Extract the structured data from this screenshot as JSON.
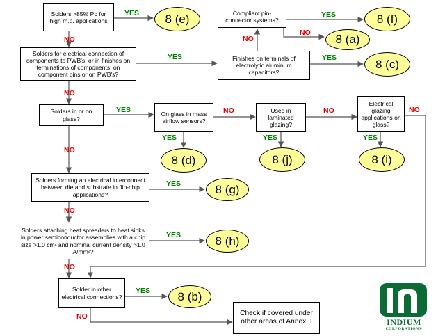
{
  "boxes": {
    "pb85": "Solders >85% Pb for high m.p. applications",
    "pin_conn": "Compliant pin-connector systems?",
    "elec_conn": "Solders for electrical connection of components to PWB's, or in finishes on terminations of components, on component pins or on PWB's?",
    "alum_caps": "Finishes on terminals of electrolytic aluminum capacitors?",
    "on_glass": "Solders in or on glass?",
    "airflow": "On glass in mass airflow sensors?",
    "laminated": "Used in laminated glazing?",
    "glazing": "Electrical glazing applications on glass?",
    "flipchip": "Solders forming an electrical interconnect between die and substrate in flip-chip applications?",
    "spreaders": "Solders attaching heat spreaders to heat sinks in power semiconductor assemblies with a chip size >1.0 cm² and nominal current density >1.0 A/mm²?",
    "other_conn": "Solder in other electrical connections?",
    "check_other": "Check if covered under other areas of Annex II"
  },
  "outcomes": {
    "e": "8 (e)",
    "f": "8 (f)",
    "a": "8 (a)",
    "c": "8 (c)",
    "d": "8 (d)",
    "j": "8 (j)",
    "i": "8 (i)",
    "g": "8 (g)",
    "h": "8 (h)",
    "b": "8 (b)"
  },
  "labels": {
    "yes": "YES",
    "no": "NO"
  },
  "logo": {
    "name": "INDIUM",
    "subtitle": "CORPORATION®"
  },
  "colors": {
    "yes": "#008000",
    "no": "#e00000",
    "oval_fill": "#ffff99",
    "arrow": "#555555",
    "logo": "#0b6b34"
  }
}
